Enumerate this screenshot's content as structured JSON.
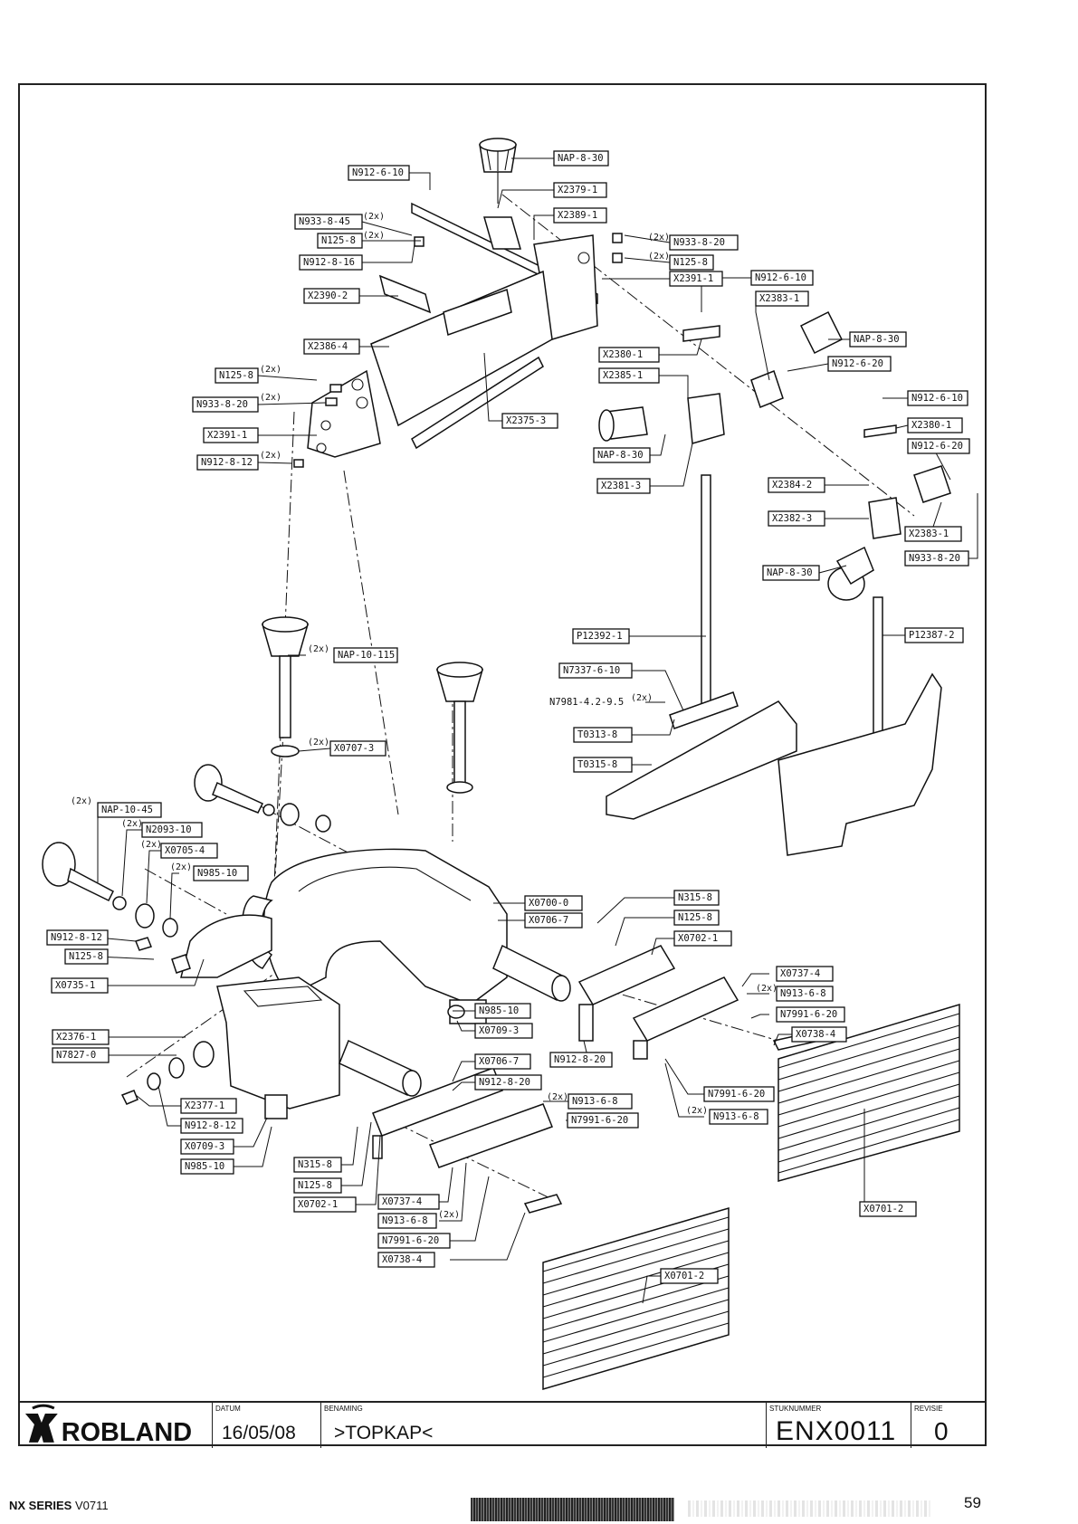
{
  "labels": {
    "l1": "N912-6-10",
    "l2": "NAP-8-30",
    "l3": "X2379-1",
    "l4": "X2389-1",
    "l5": "N933-8-45",
    "l6": "N125-8",
    "l7": "N912-8-16",
    "l8": "X2390-2",
    "l9": "N933-8-20",
    "l10": "N125-8",
    "l11": "X2391-1",
    "l12": "N912-6-10",
    "l13": "X2383-1",
    "l14": "X2386-4",
    "l15": "NAP-8-30",
    "l16": "N912-6-20",
    "l17": "X2380-1",
    "l18": "X2385-1",
    "l19": "N125-8",
    "l20": "N933-8-20",
    "l21": "X2391-1",
    "l22": "N912-8-12",
    "l23": "X2375-3",
    "l24": "N912-6-10",
    "l25": "X2380-1",
    "l26": "N912-6-20",
    "l27": "NAP-8-30",
    "l28": "X2381-3",
    "l29": "X2384-2",
    "l30": "X2382-3",
    "l31": "X2383-1",
    "l32": "N933-8-20",
    "l33": "NAP-8-30",
    "l34": "P12392-1",
    "l35": "P12387-2",
    "l36": "NAP-10-115",
    "l37": "N7337-6-10",
    "l38": "N7981-4.2-9.5",
    "l39": "X0707-3",
    "l40": "T0313-8",
    "l41": "T0315-8",
    "l42": "NAP-10-45",
    "l43": "N2093-10",
    "l44": "X0705-4",
    "l45": "N985-10",
    "l46": "X0700-0",
    "l47": "X0706-7",
    "l48": "N315-8",
    "l49": "N125-8",
    "l50": "X0702-1",
    "l51": "N912-8-12",
    "l52": "N125-8",
    "l53": "X0735-1",
    "l54": "X0737-4",
    "l55": "N913-6-8",
    "l56": "N7991-6-20",
    "l57": "X0738-4",
    "l58": "N985-10",
    "l59": "X0709-3",
    "l60": "X2376-1",
    "l61": "N7827-0",
    "l62": "N912-8-20",
    "l63": "X0706-7",
    "l64": "N912-8-20",
    "l65": "N7991-6-20",
    "l66": "X2377-1",
    "l67": "N913-6-8",
    "l68": "N912-8-12",
    "l69": "N7991-6-20",
    "l70": "N913-6-8",
    "l71": "X0709-3",
    "l72": "N985-10",
    "l73": "N315-8",
    "l74": "N125-8",
    "l75": "X0702-1",
    "l76": "X0737-4",
    "l77": "N913-6-8",
    "l78": "N7991-6-20",
    "l79": "X0738-4",
    "l80": "X0701-2",
    "l81": "X0701-2"
  },
  "qty": {
    "two": "(2x)"
  },
  "titleblock": {
    "logo_text": "ROBLAND",
    "datum_caption": "DATUM",
    "datum": "16/05/08",
    "benaming_caption": "BENAMING",
    "benaming": ">TOPKAP<",
    "stuknummer_caption": "STUKNUMMER",
    "stuknummer": "ENX0011",
    "revisie_caption": "REVISIE",
    "revisie": "0"
  },
  "footer": {
    "series_bold": "NX SERIES",
    "series_version": " V0711",
    "page": "59"
  }
}
